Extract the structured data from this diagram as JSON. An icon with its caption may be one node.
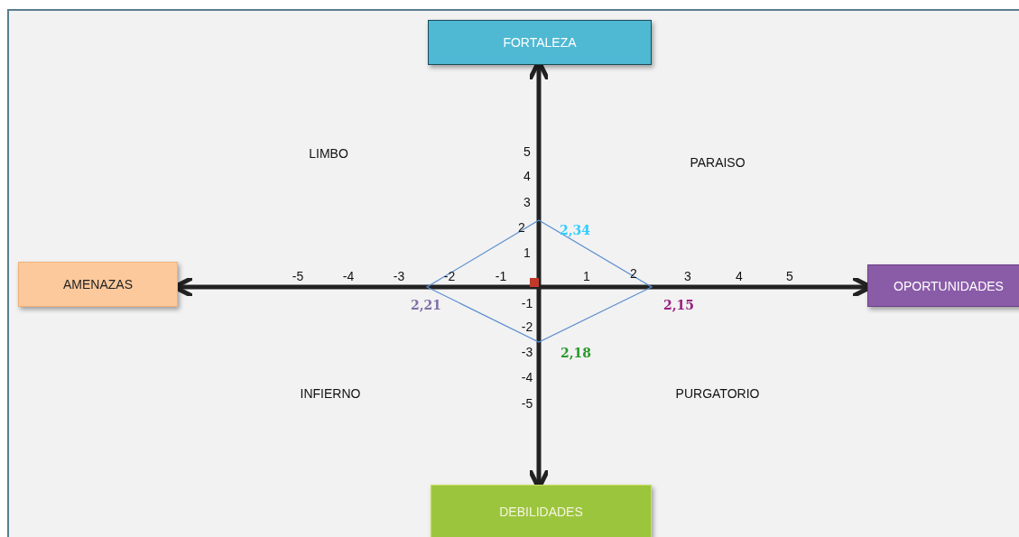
{
  "diagram": {
    "nodes": [
      {
        "text": [
          "FORTALEZA"
        ]
      },
      {
        "text": [
          "AMENAZAS"
        ]
      },
      {
        "text": [
          "OPORTUNIDADES"
        ]
      },
      {
        "text": [
          "DEBILIDADES"
        ]
      }
    ],
    "edges": [
      {
        "from": 1,
        "to": 2,
        "arrow": "both"
      },
      {
        "from": 0,
        "to": 3,
        "arrow": "both"
      }
    ],
    "labels": [
      "LIMBO",
      "PARAISO",
      "5",
      "4",
      "3",
      "2",
      "2,34",
      "1",
      "-5",
      "-4",
      "-3",
      "-2",
      "-1",
      "1",
      "2",
      "3",
      "4",
      "5",
      "-1",
      "2,21",
      "2,15",
      "-2",
      "-3",
      "2,18",
      "-4",
      "-5",
      "INFIERNO",
      "PURGATORIO"
    ]
  }
}
